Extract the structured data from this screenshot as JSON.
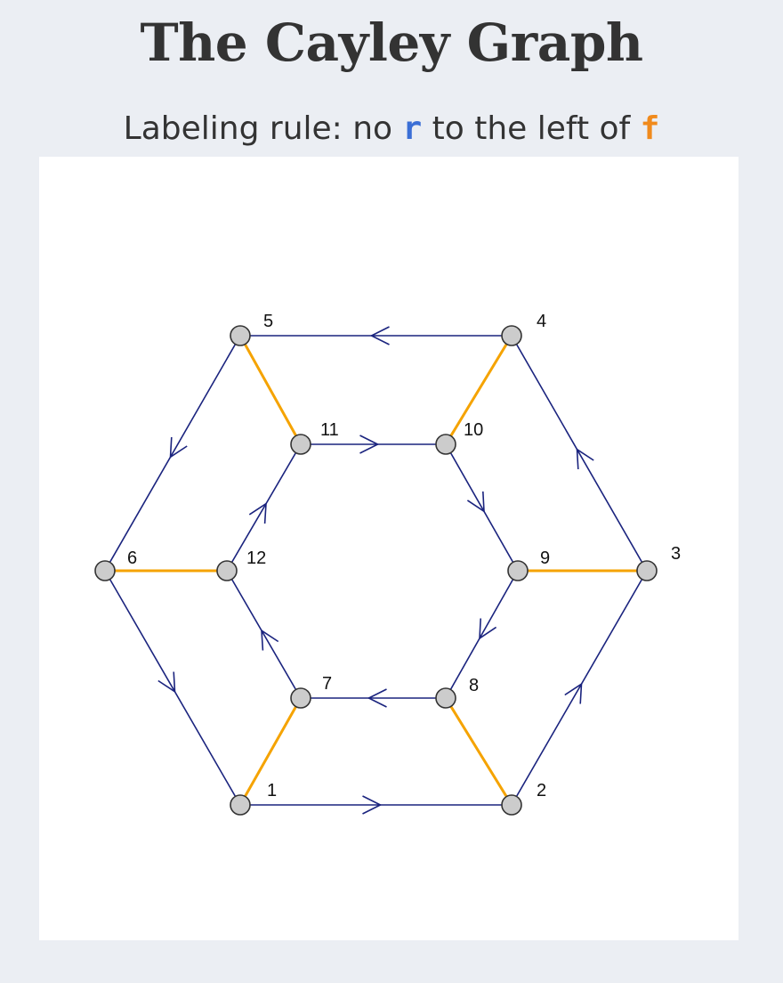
{
  "header": {
    "title": "The Cayley Graph",
    "subtitle_prefix": "Labeling rule: no ",
    "subtitle_r": "r",
    "subtitle_mid": " to the left of ",
    "subtitle_f": "f"
  },
  "colors": {
    "page_background": "#ebeef3",
    "panel_background": "#ffffff",
    "r_token": "#3b6fd6",
    "f_token": "#f08a1c",
    "r_edge": "#1a237e",
    "f_edge": "#f5a300",
    "node_fill": "#cccccc",
    "node_stroke": "#333333"
  },
  "graph": {
    "nodes": [
      {
        "id": "1",
        "label": "1"
      },
      {
        "id": "2",
        "label": "2"
      },
      {
        "id": "3",
        "label": "3"
      },
      {
        "id": "4",
        "label": "4"
      },
      {
        "id": "5",
        "label": "5"
      },
      {
        "id": "6",
        "label": "6"
      },
      {
        "id": "7",
        "label": "7"
      },
      {
        "id": "8",
        "label": "8"
      },
      {
        "id": "9",
        "label": "9"
      },
      {
        "id": "10",
        "label": "10"
      },
      {
        "id": "11",
        "label": "11"
      },
      {
        "id": "12",
        "label": "12"
      }
    ],
    "r_edges": [
      {
        "from": "1",
        "to": "2"
      },
      {
        "from": "2",
        "to": "3"
      },
      {
        "from": "3",
        "to": "4"
      },
      {
        "from": "4",
        "to": "5"
      },
      {
        "from": "5",
        "to": "6"
      },
      {
        "from": "6",
        "to": "1"
      },
      {
        "from": "7",
        "to": "12"
      },
      {
        "from": "12",
        "to": "11"
      },
      {
        "from": "11",
        "to": "10"
      },
      {
        "from": "10",
        "to": "9"
      },
      {
        "from": "9",
        "to": "8"
      },
      {
        "from": "8",
        "to": "7"
      }
    ],
    "f_edges": [
      {
        "a": "1",
        "b": "7"
      },
      {
        "a": "2",
        "b": "8"
      },
      {
        "a": "3",
        "b": "9"
      },
      {
        "a": "4",
        "b": "10"
      },
      {
        "a": "5",
        "b": "11"
      },
      {
        "a": "6",
        "b": "12"
      }
    ]
  }
}
